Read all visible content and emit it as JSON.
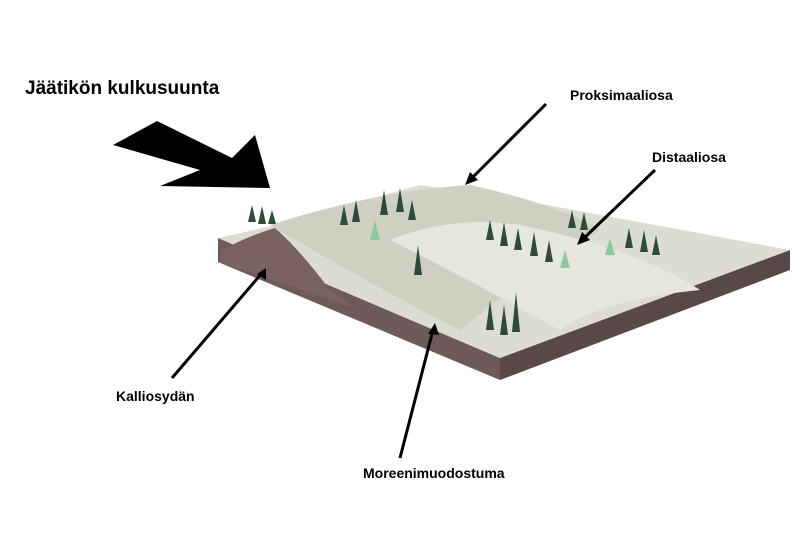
{
  "title": "Jäätikön kulkusuunta",
  "labels": {
    "proximal": "Proksimaaliosa",
    "distal": "Distaaliosa",
    "bedrock_core": "Kalliosydän",
    "moraine": "Moreenimuodostuma"
  },
  "colors": {
    "surface": "#dcdcd0",
    "soil_side": "#6e5a5a",
    "tree": "#2f4a3a",
    "tree_light": "#8fc9a0"
  }
}
